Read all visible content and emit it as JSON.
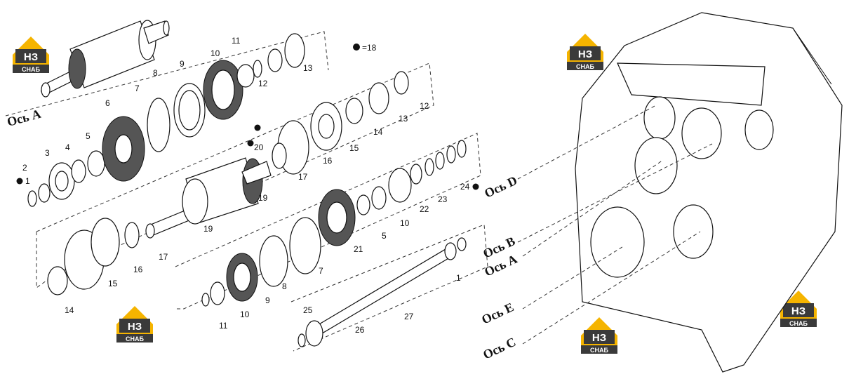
{
  "logo": {
    "line1": "НЗ",
    "line2": "СНАБ",
    "color_gold": "#f5b400",
    "color_dark": "#3a3a3a"
  },
  "note": {
    "label": "=18"
  },
  "axes_left": {
    "a": "Ось А"
  },
  "axes_right": {
    "d": "Ось D",
    "b": "Ось B",
    "a": "Ось A",
    "e": "Ось E",
    "c": "Ось C"
  },
  "callouts": [
    "1",
    "2",
    "3",
    "4",
    "5",
    "6",
    "7",
    "8",
    "9",
    "10",
    "11",
    "12",
    "13",
    "12",
    "13",
    "14",
    "15",
    "16",
    "17",
    "20",
    "19",
    "19",
    "14",
    "15",
    "16",
    "17",
    "7",
    "8",
    "9",
    "10",
    "11",
    "5",
    "10",
    "21",
    "22",
    "23",
    "24",
    "1",
    "25",
    "26",
    "27"
  ]
}
